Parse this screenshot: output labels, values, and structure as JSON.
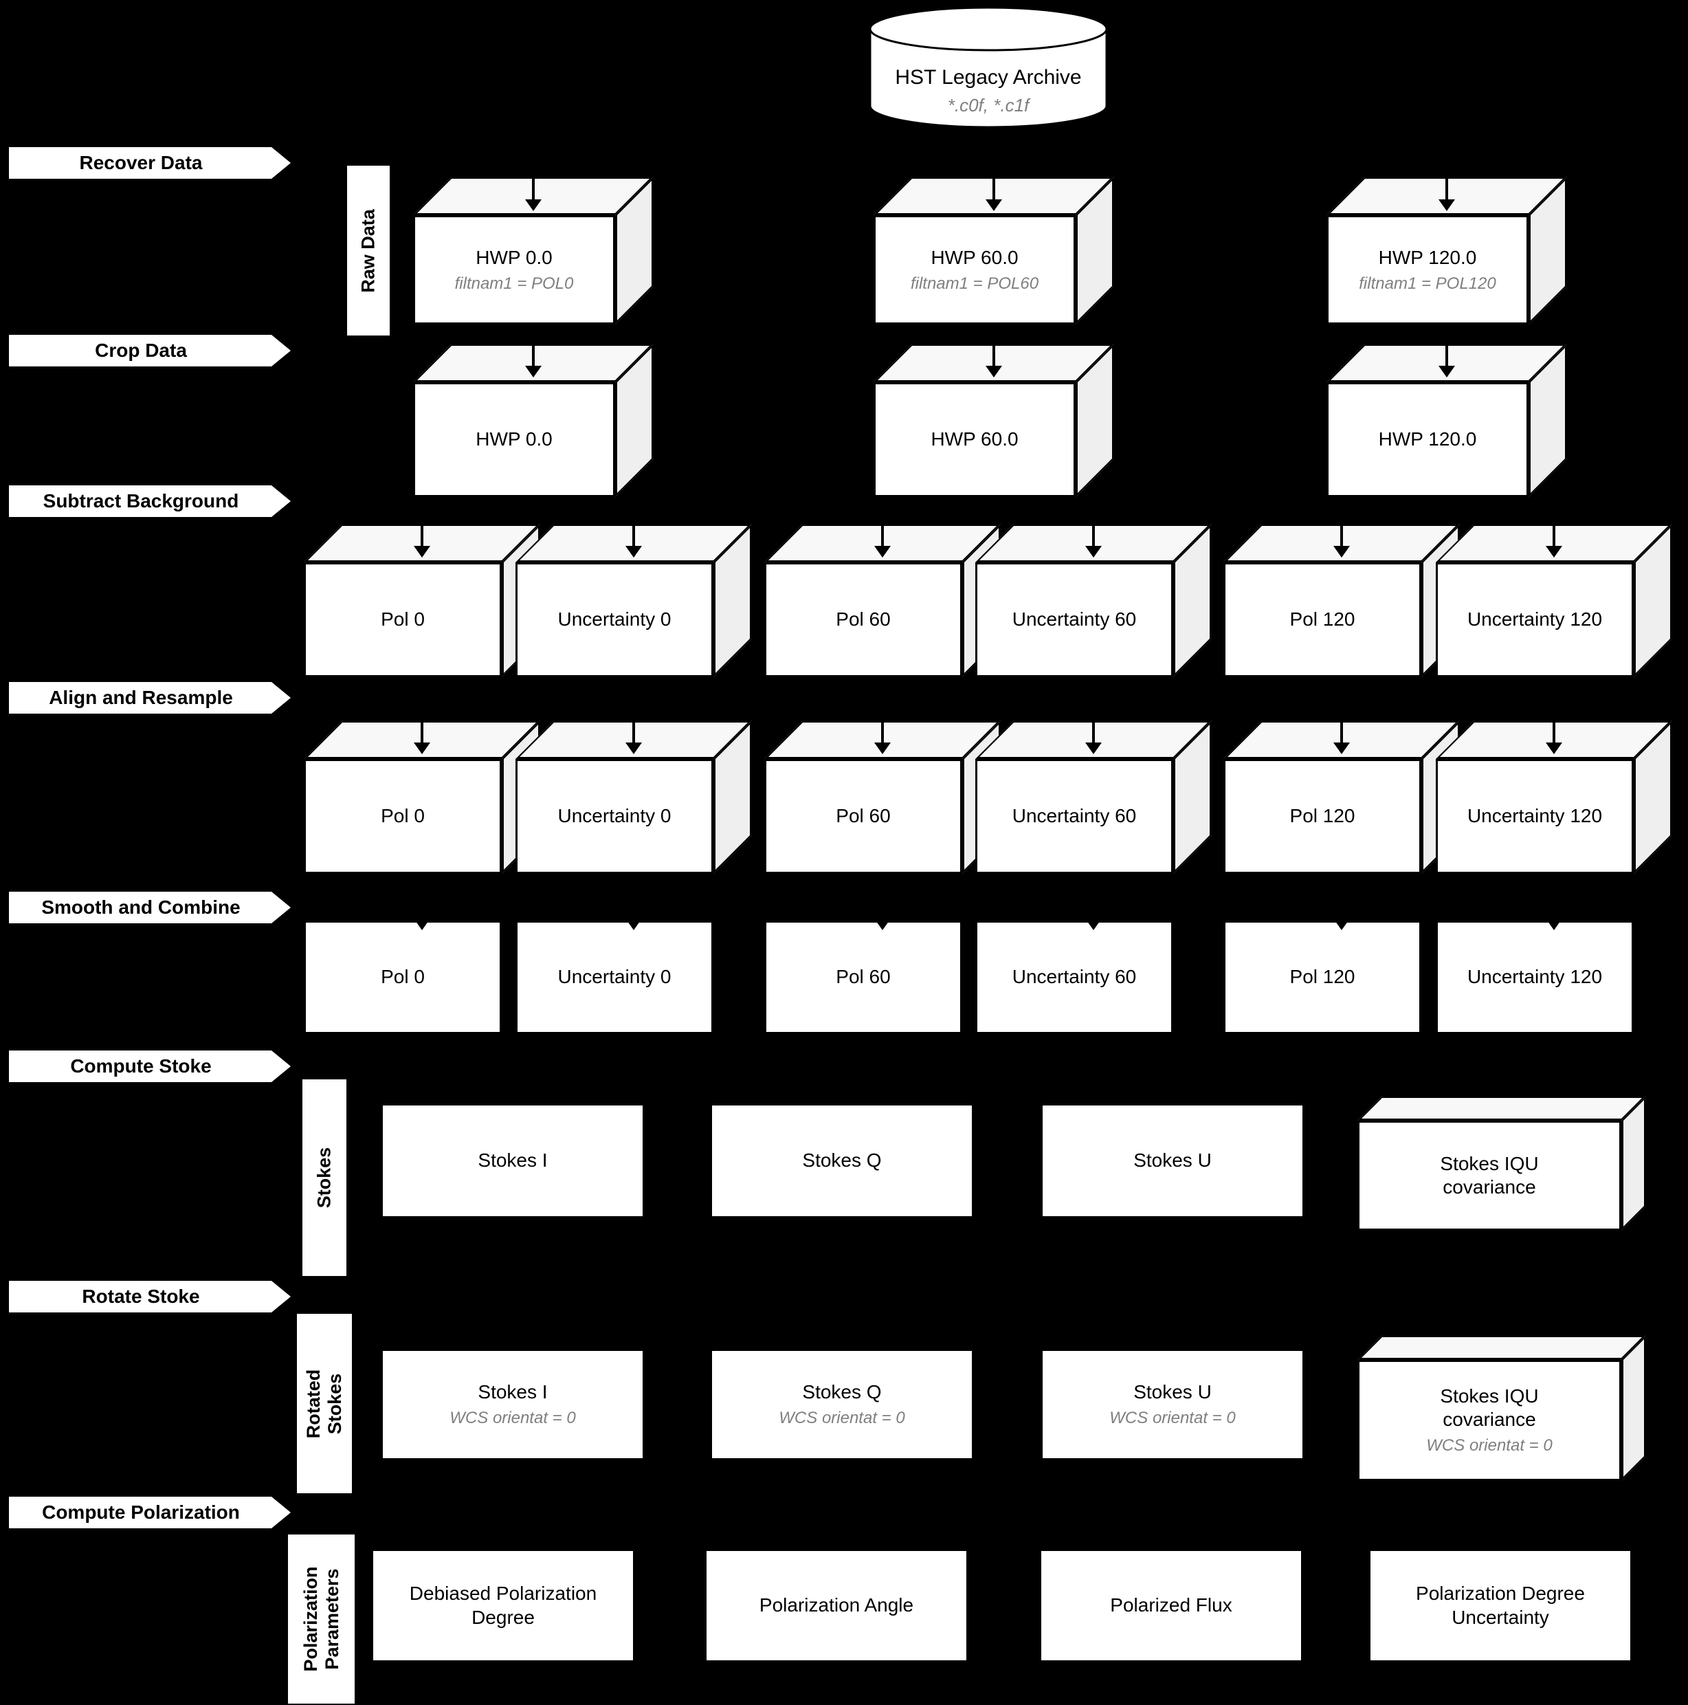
{
  "palette": {
    "background": "#000000",
    "box_fill": "#ffffff",
    "box_border": "#000000",
    "muted_text": "#7f7f7f"
  },
  "archive": {
    "title": "HST Legacy Archive",
    "subtitle": "*.c0f, *.c1f"
  },
  "stages": [
    {
      "label": "Recover Data"
    },
    {
      "label": "Crop Data"
    },
    {
      "label": "Subtract Background"
    },
    {
      "label": "Align and Resample"
    },
    {
      "label": "Smooth and Combine"
    },
    {
      "label": "Compute Stoke"
    },
    {
      "label": "Rotate Stoke"
    },
    {
      "label": "Compute Polarization"
    }
  ],
  "group_labels": {
    "raw": "Raw Data",
    "stokes": "Stokes",
    "rotated": "Rotated Stokes",
    "polarization": "Polarization Parameters"
  },
  "raw_row": [
    {
      "title": "HWP 0.0",
      "subtitle": "filtnam1 = POL0"
    },
    {
      "title": "HWP 60.0",
      "subtitle": "filtnam1 = POL60"
    },
    {
      "title": "HWP 120.0",
      "subtitle": "filtnam1 = POL120"
    }
  ],
  "crop_row": [
    {
      "title": "HWP 0.0"
    },
    {
      "title": "HWP 60.0"
    },
    {
      "title": "HWP 120.0"
    }
  ],
  "subtract_row": [
    "Pol 0",
    "Uncertainty 0",
    "Pol 60",
    "Uncertainty 60",
    "Pol 120",
    "Uncertainty 120"
  ],
  "align_row": [
    "Pol 0",
    "Uncertainty 0",
    "Pol 60",
    "Uncertainty 60",
    "Pol 120",
    "Uncertainty 120"
  ],
  "smooth_row": [
    "Pol 0",
    "Uncertainty 0",
    "Pol 60",
    "Uncertainty 60",
    "Pol 120",
    "Uncertainty 120"
  ],
  "stokes_row": {
    "items": [
      "Stokes I",
      "Stokes Q",
      "Stokes U"
    ],
    "covariance": {
      "title": "Stokes IQU covariance"
    }
  },
  "rotated_row": {
    "items": [
      {
        "title": "Stokes I",
        "subtitle": "WCS orientat = 0"
      },
      {
        "title": "Stokes Q",
        "subtitle": "WCS orientat = 0"
      },
      {
        "title": "Stokes U",
        "subtitle": "WCS orientat = 0"
      }
    ],
    "covariance": {
      "title": "Stokes IQU covariance",
      "subtitle": "WCS orientat = 0"
    }
  },
  "polarization_row": [
    "Debiased Polarization Degree",
    "Polarization Angle",
    "Polarized Flux",
    "Polarization Degree Uncertainty"
  ]
}
